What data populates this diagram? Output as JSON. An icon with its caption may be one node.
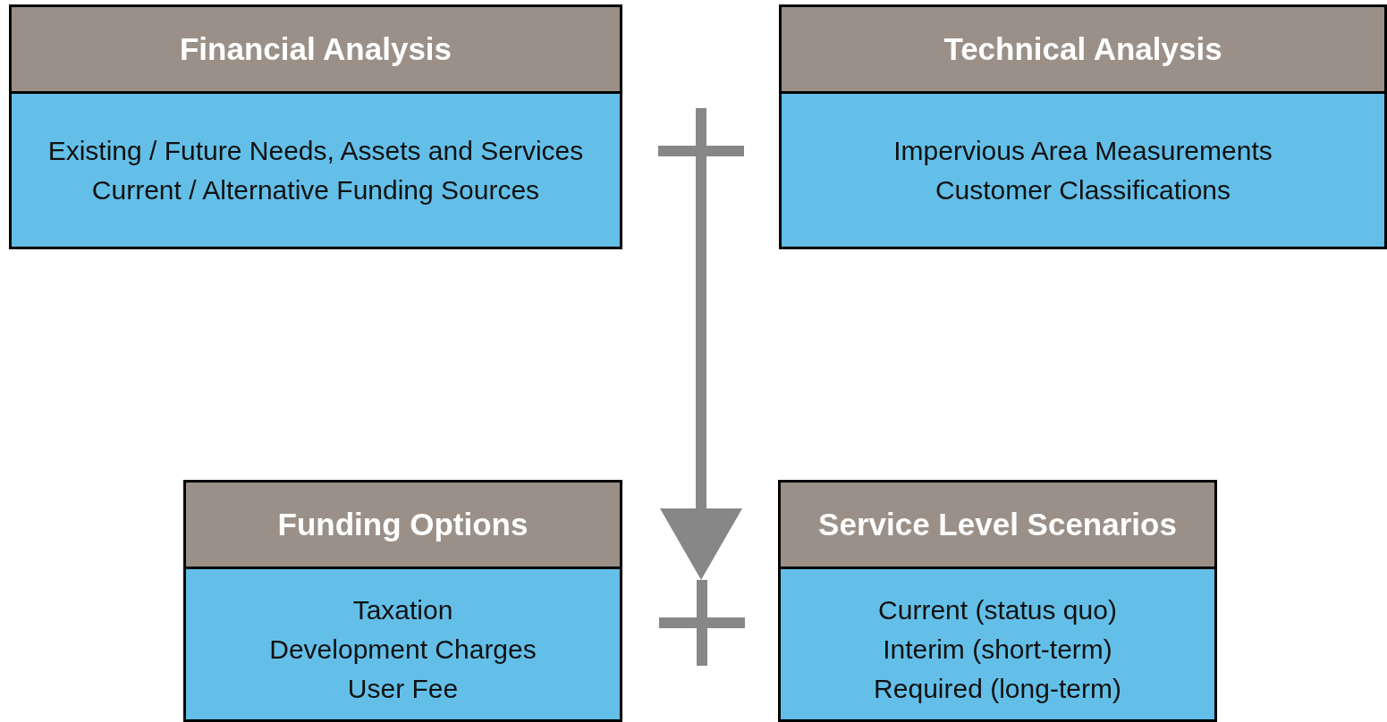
{
  "diagram": {
    "nodes": [
      {
        "text": [
          "Financial Analysis",
          "Existing / Future Needs, Assets and Services",
          "Current / Alternative Funding Sources"
        ]
      },
      {
        "text": [],
        "shape": "plus"
      },
      {
        "text": [
          "Technical Analysis",
          "Impervious Area Measurements",
          "Customer Classifications"
        ]
      },
      {
        "text": [
          "Funding Options",
          "Taxation",
          "Development Charges",
          "User Fee"
        ]
      },
      {
        "text": [],
        "shape": "plus"
      },
      {
        "text": [
          "Service Level Scenarios",
          "Current (status quo)",
          "Interim (short-term)",
          "Required (long-term)"
        ]
      }
    ],
    "edges": [
      {
        "from": 1,
        "to": 4,
        "arrow": "to"
      }
    ]
  }
}
